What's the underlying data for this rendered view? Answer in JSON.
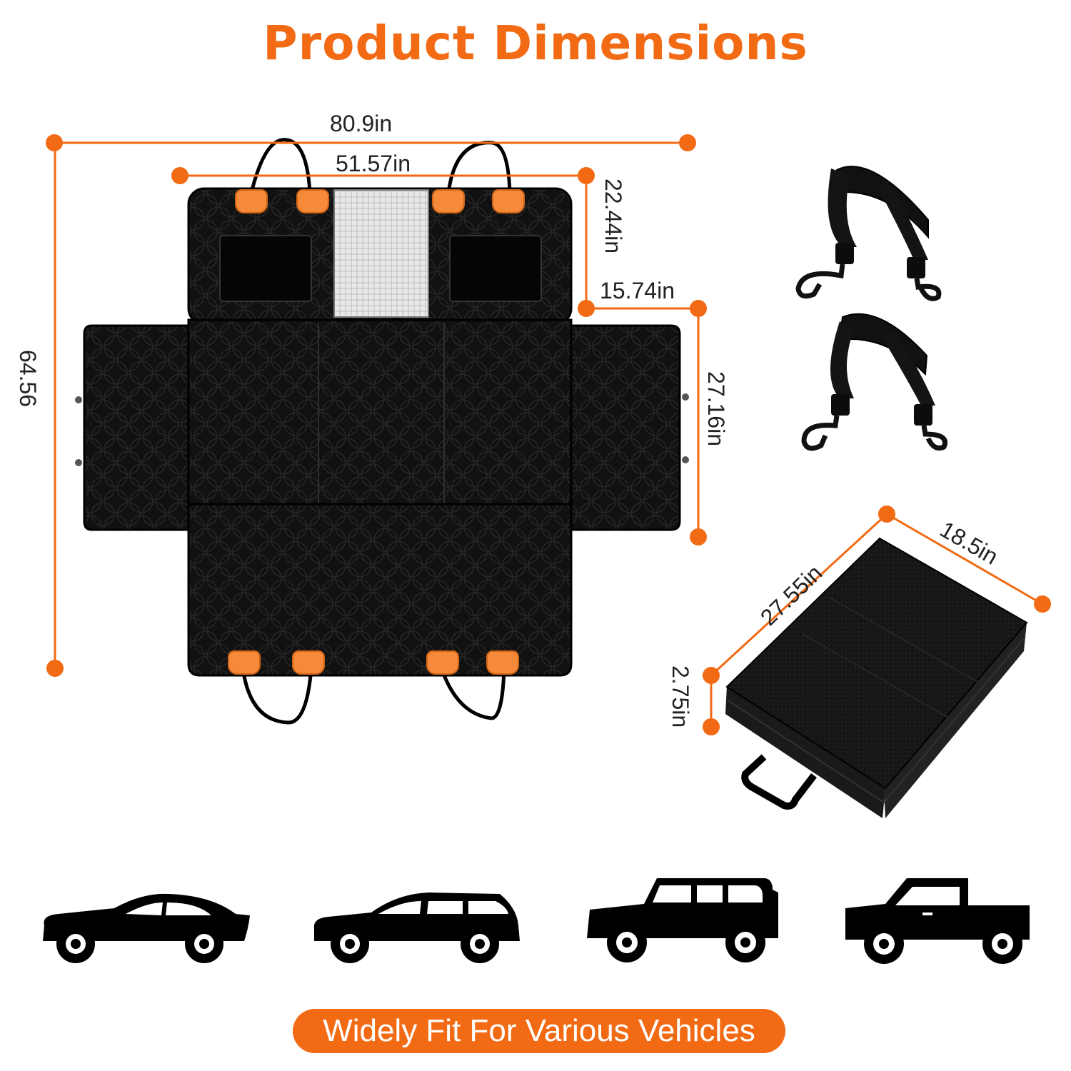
{
  "title": "Product Dimensions",
  "dimensions": {
    "total_width": "80.9in",
    "seat_width": "51.57in",
    "backrest_height": "22.44in",
    "side_flap_width": "15.74in",
    "seat_depth": "27.16in",
    "total_length": "64.56",
    "folded_length": "27.55in",
    "folded_width": "18.5in",
    "folded_thickness": "2.75in"
  },
  "footer": {
    "tagline": "Widely Fit For Various Vehicles"
  },
  "vehicles": [
    "sedan-icon",
    "wagon-icon",
    "suv-icon",
    "pickup-truck-icon"
  ],
  "colors": {
    "accent": "#f26a14",
    "product": "#111111",
    "text": "#222222"
  }
}
